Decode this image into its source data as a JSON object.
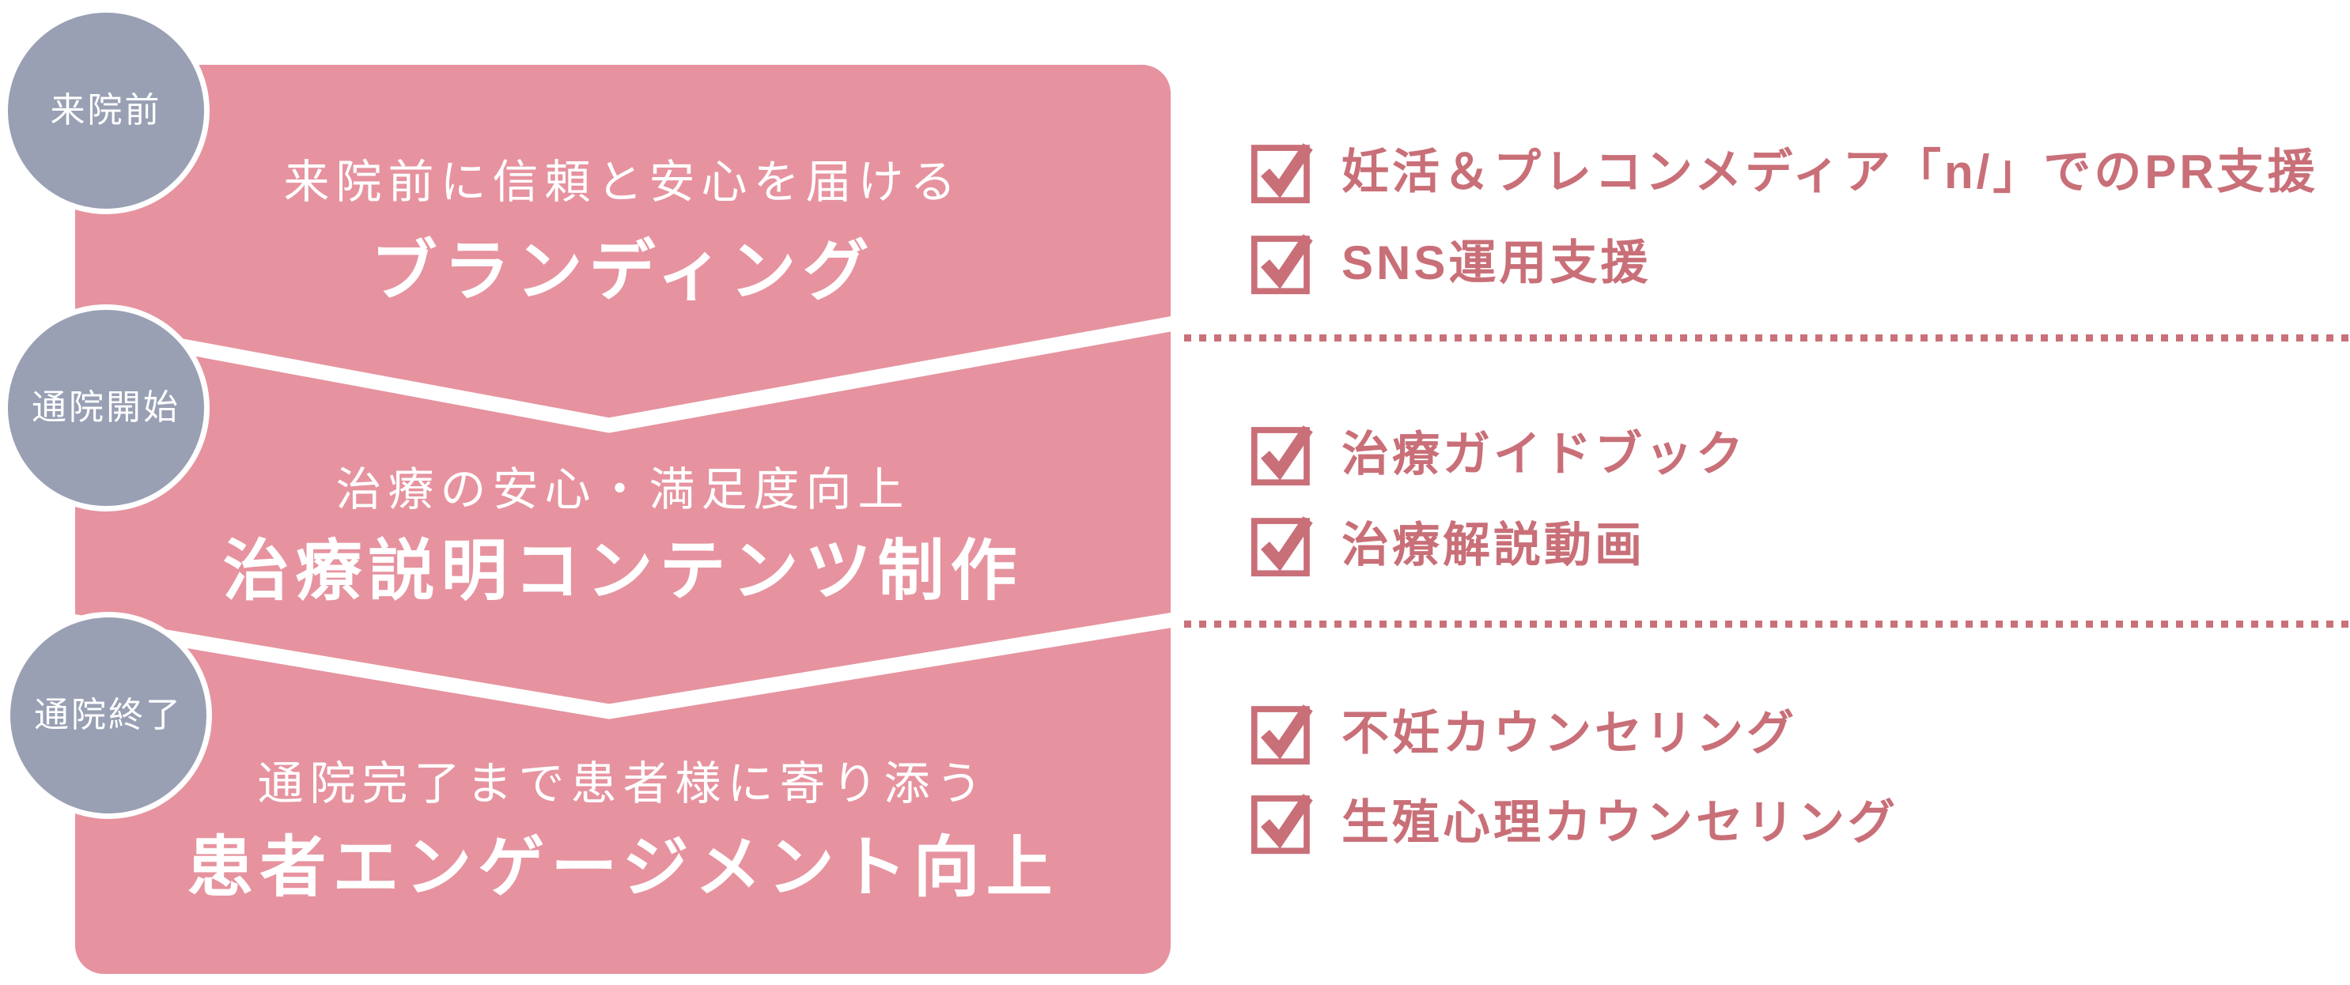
{
  "diagram_title": "clinic-patient-journey-services",
  "colors": {
    "block_pink": "#E6939F",
    "circle_grey_blue": "#99A0B4",
    "accent_rose": "#C96F78",
    "text_on_pink": "#FFFFFF",
    "background": "#FFFFFF"
  },
  "stages": [
    {
      "circle_label": "来院前",
      "subtitle": "来院前に信頼と安心を届ける",
      "title": "ブランディング",
      "items": [
        "妊活＆プレコンメディア「n/」でのPR支援",
        "SNS運用支援"
      ]
    },
    {
      "circle_label": "通院開始",
      "subtitle": "治療の安心・満足度向上",
      "title": "治療説明コンテンツ制作",
      "items": [
        "治療ガイドブック",
        "治療解説動画"
      ]
    },
    {
      "circle_label": "通院終了",
      "subtitle": "通院完了まで患者様に寄り添う",
      "title": "患者エンゲージメント向上",
      "items": [
        "不妊カウンセリング",
        "生殖心理カウンセリング"
      ]
    }
  ],
  "icons": {
    "checkbox": "checked-checkbox-icon"
  }
}
